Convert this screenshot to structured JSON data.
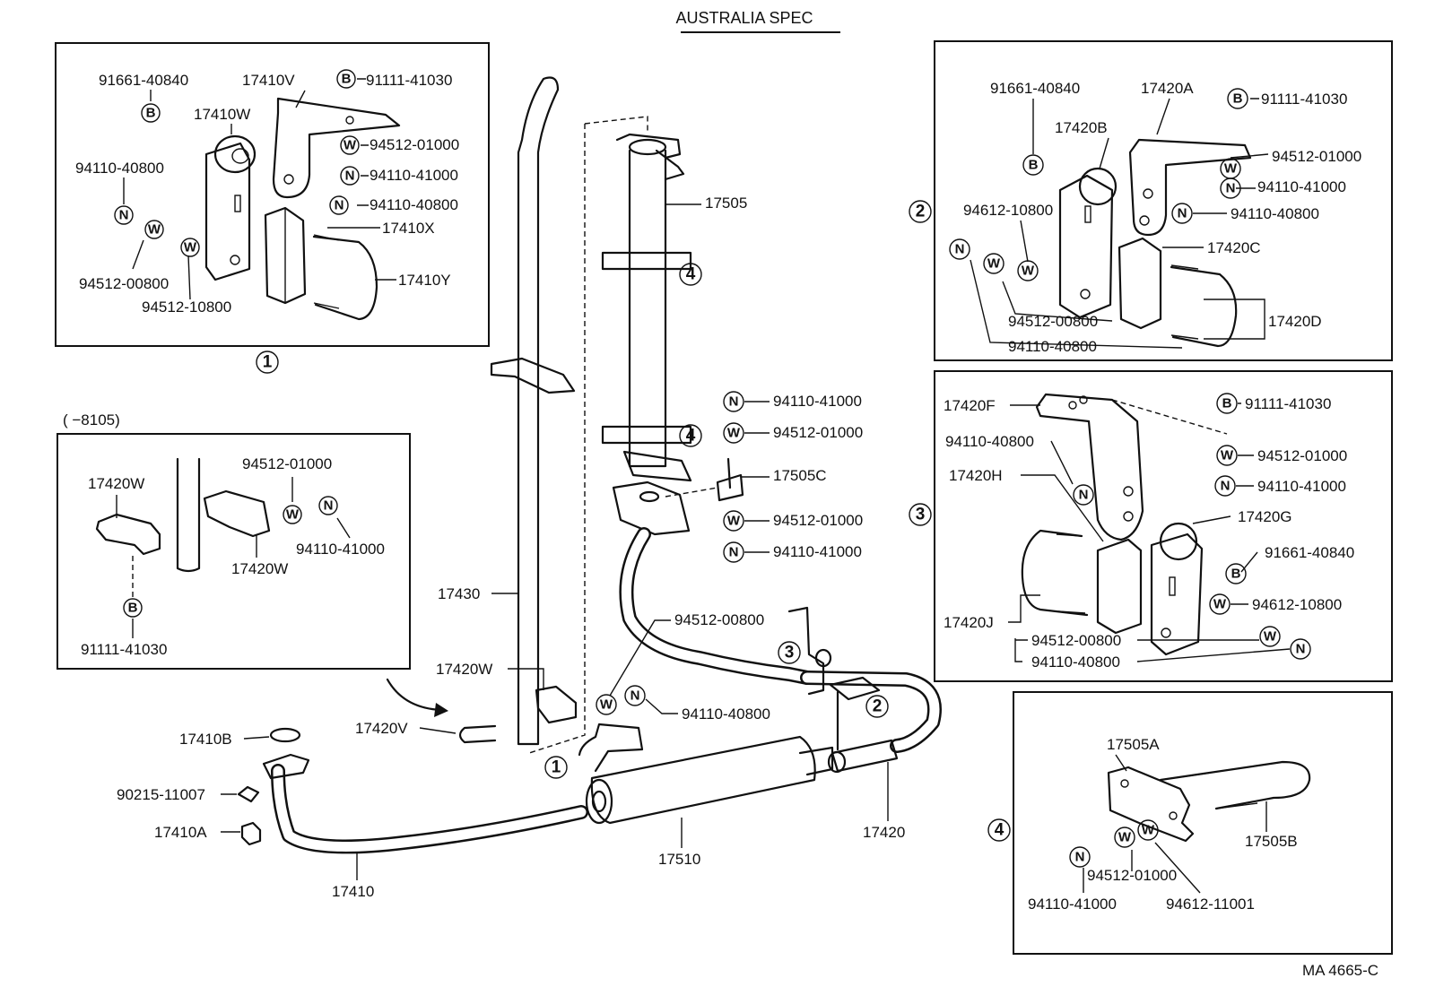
{
  "title": "AUSTRALIA SPEC",
  "footer_code": "MA 4665-C",
  "detail_markers": {
    "d1": "1",
    "d2": "2",
    "d3": "3",
    "d4": "4"
  },
  "symbols": {
    "bolt": "B",
    "washer": "W",
    "nut": "N"
  },
  "panel1": {
    "parts": {
      "p91661": "91661-40840",
      "p17410v": "17410V",
      "p91111": "91111-41030",
      "p17410w": "17410W",
      "p94512_01": "94512-01000",
      "p94110_40": "94110-40800",
      "p94110_41": "94110-41000",
      "p94110_40b": "94110-40800",
      "p17410x": "17410X",
      "p17410y": "17410Y",
      "p94512_00": "94512-00800",
      "p94512_10": "94512-10800"
    }
  },
  "panel_8105": {
    "range": "(        −8105)",
    "parts": {
      "p17420w_a": "17420W",
      "p94512_01": "94512-01000",
      "p94110_41": "94110-41000",
      "p17420w_b": "17420W",
      "p91111": "91111-41030"
    }
  },
  "panel2": {
    "parts": {
      "p91661": "91661-40840",
      "p17420a": "17420A",
      "p91111": "91111-41030",
      "p17420b": "17420B",
      "p94512_01": "94512-01000",
      "p94110_41": "94110-41000",
      "p94612": "94612-10800",
      "p94110_40": "94110-40800",
      "p17420c": "17420C",
      "p17420d": "17420D",
      "p94512_00": "94512-00800",
      "p94110_40b": "94110-40800"
    }
  },
  "panel3": {
    "parts": {
      "p17420f": "17420F",
      "p91111": "91111-41030",
      "p94110_40": "94110-40800",
      "p94512_01": "94512-01000",
      "p17420h": "17420H",
      "p94110_41": "94110-41000",
      "p17420g": "17420G",
      "p91661": "91661-40840",
      "p94612": "94612-10800",
      "p17420j": "17420J",
      "p94512_00": "94512-00800",
      "p94110_40b": "94110-40800"
    }
  },
  "panel4": {
    "parts": {
      "p17505a": "17505A",
      "p17505b": "17505B",
      "p94512_01": "94512-01000",
      "p94110_41": "94110-41000",
      "p94612": "94612-11001"
    }
  },
  "main": {
    "parts": {
      "p17505": "17505",
      "p94110_41a": "94110-41000",
      "p94512_01a": "94512-01000",
      "p17505c": "17505C",
      "p94512_01b": "94512-01000",
      "p94110_41b": "94110-41000",
      "p17430": "17430",
      "p94512_00": "94512-00800",
      "p17420w": "17420W",
      "p94110_40": "94110-40800",
      "p17420v": "17420V",
      "p17410b": "17410B",
      "p90215": "90215-11007",
      "p17410a": "17410A",
      "p17410": "17410",
      "p17510": "17510",
      "p17420": "17420"
    }
  }
}
